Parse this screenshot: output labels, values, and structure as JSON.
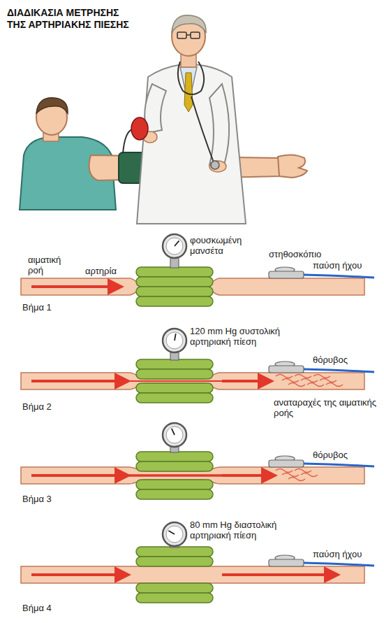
{
  "diagram": {
    "title": "ΔΙΑΔΙΚΑΣΙΑ ΜΕΤΡΗΣΗΣ ΤΗΣ ΑΡΤΗΡΙΑΚΗΣ ΠΙΕΣΗΣ",
    "labels": [
      "φουσκωμένη μανσέτα",
      "στηθοσκόπιο",
      "αιματική ροή",
      "αρτηρία",
      "παύση ήχου",
      "Βήμα 1",
      "120 mm Hg συστολική αρτηριακή πίεση",
      "θόρυβος",
      "Βήμα 2",
      "αναταραχές της αιματικής ροής",
      "θόρυβος",
      "Βήμα 3",
      "80 mm Hg διαστολική αρτηριακή πίεση",
      "παύση ήχου",
      "Βήμα 4"
    ]
  }
}
